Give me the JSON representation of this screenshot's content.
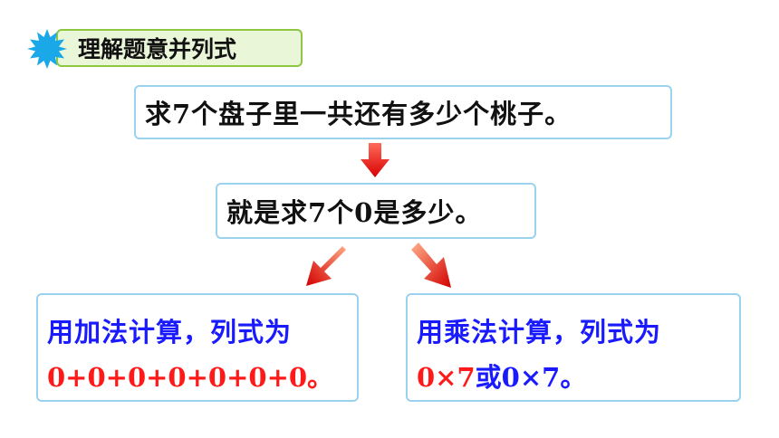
{
  "header": {
    "title": "理解题意并列式"
  },
  "question": {
    "text": "求7个盘子里一共还有多少个桃子。"
  },
  "meaning": {
    "text": "就是求7个0是多少。"
  },
  "left_method": {
    "heading": "用加法计算，列式为",
    "formula": "0+0+0+0+0+0+0。"
  },
  "right_method": {
    "heading": "用乘法计算，列式为",
    "formula_a": "0×7",
    "connector": "或",
    "formula_b": "0×7。"
  },
  "icons": {
    "title_badge": "starburst-icon",
    "arrows": [
      "arrow-down-icon",
      "arrow-down-left-icon",
      "arrow-down-right-icon"
    ]
  },
  "colors": {
    "accent_green": "#8dc63f",
    "box_border": "#9bd2ee",
    "burst_blue": "#1aa8e8",
    "arrow_red": "#e51c1c",
    "text_blue": "#1a1aff",
    "text_red": "#ff1a1a"
  }
}
